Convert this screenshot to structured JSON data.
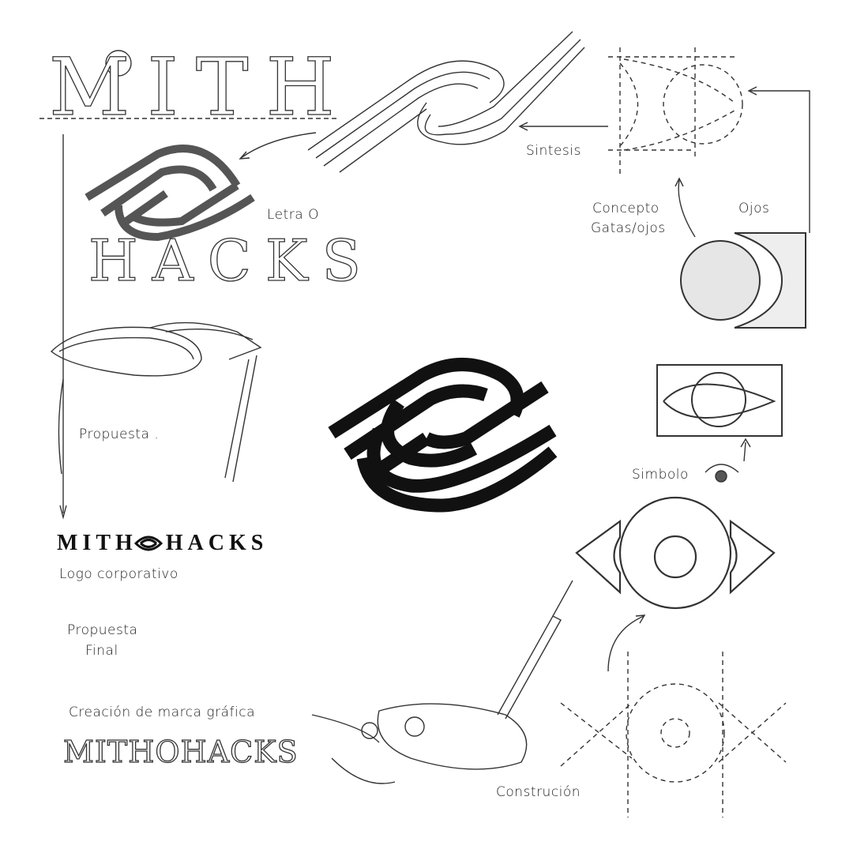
{
  "sketch": {
    "title_top": "MITH",
    "title_bottom": "HACKS",
    "labels": {
      "letra_o": "Letra O",
      "sintesis": "Sintesis",
      "concepto": "Concepto",
      "concepto_sub": "Gatas/ojos",
      "ojos": "Ojos",
      "propuesta": "Propuesta .",
      "simbolo": "Simbolo",
      "logo_corporativo": "Logo corporativo",
      "propuesta_final_1": "Propuesta",
      "propuesta_final_2": "Final",
      "creacion": "Creación de marca gráfica",
      "construccion": "Construción"
    },
    "logo": {
      "left": "MITH",
      "right": "HACKS"
    },
    "wordmark_outline": "MITHOHACKS"
  },
  "colors": {
    "ink": "#111111",
    "paper": "#ffffff"
  }
}
